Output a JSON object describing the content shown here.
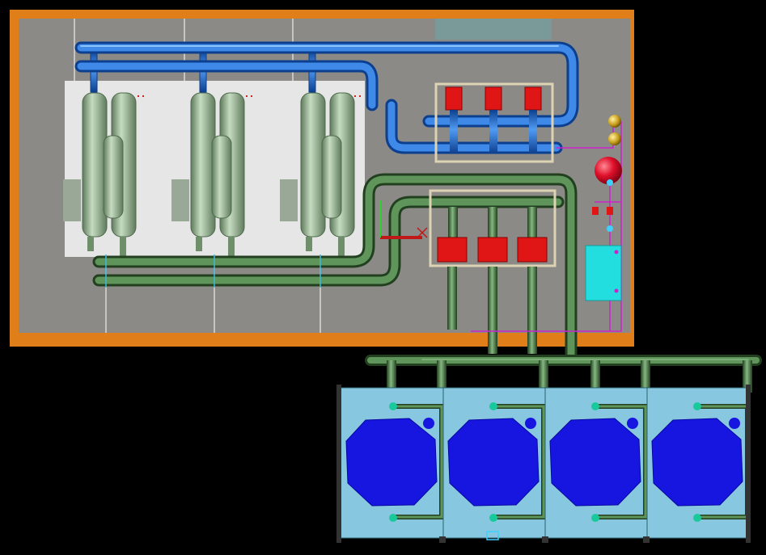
{
  "colors": {
    "background": "#000000",
    "frame": "#e07e1a",
    "floor": "#8c8a86",
    "pad": "#e6e6e6",
    "chilled_water_pipe": "#1f6fd6",
    "condenser_water_pipe": "#4e7d4c",
    "vessel": "#9ab596",
    "pump": "#e01616",
    "cooling_tower_casing": "#87c8e0",
    "cooling_tower_fan": "#1616e0",
    "expansion_tank": "#e0102a",
    "control_panel": "#22dede",
    "signal_line": "#cc22cc",
    "skid_frame": "#ddd2b4"
  },
  "equipment": {
    "chiller_count": 3,
    "chilled_water_pump_count": 3,
    "condenser_water_pump_count": 3,
    "cooling_tower_count": 4
  }
}
